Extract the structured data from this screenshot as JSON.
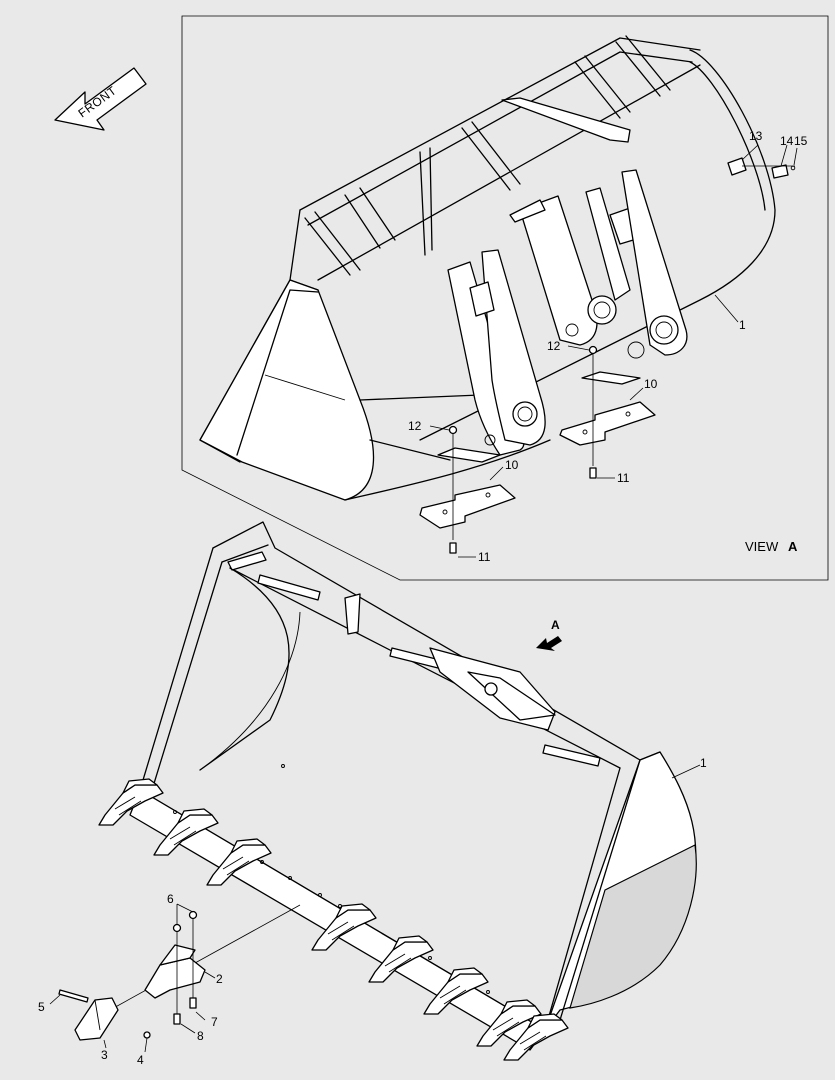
{
  "title": "",
  "front_label": "FRONT",
  "view_a": {
    "prefix": "VIEW",
    "letter": "A"
  },
  "arrow_letter": "A",
  "callouts": {
    "c1_view": "1",
    "c1_main": "1",
    "c2": "2",
    "c3": "3",
    "c4": "4",
    "c5": "5",
    "c6": "6",
    "c7": "7",
    "c8": "8",
    "c10_left": "10",
    "c10_right": "10",
    "c11_left": "11",
    "c11_right": "11",
    "c12_left": "12",
    "c12_right": "12",
    "c13": "13",
    "c14": "14",
    "c15": "15"
  }
}
